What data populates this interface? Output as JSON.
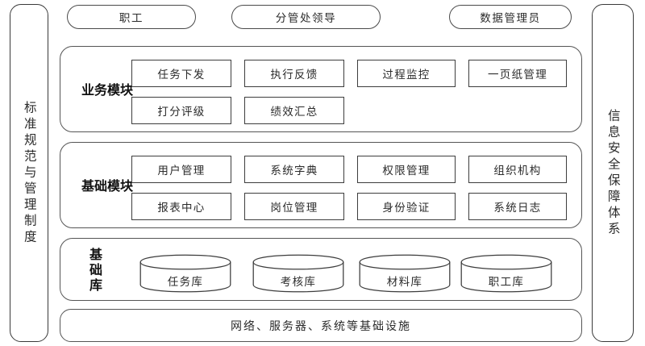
{
  "diagram": {
    "left_pillar": {
      "label": "标准规范与管理制度"
    },
    "right_pillar": {
      "label": "信息安全保障体系"
    },
    "roles": [
      {
        "label": "职工"
      },
      {
        "label": "分管处领导"
      },
      {
        "label": "数据管理员"
      }
    ],
    "layers": [
      {
        "name": "business-module-layer",
        "label": "业务模块",
        "items": [
          {
            "label": "任务下发"
          },
          {
            "label": "执行反馈"
          },
          {
            "label": "过程监控"
          },
          {
            "label": "一页纸管理"
          },
          {
            "label": "打分评级"
          },
          {
            "label": "绩效汇总"
          }
        ]
      },
      {
        "name": "base-module-layer",
        "label": "基础模块",
        "items": [
          {
            "label": "用户管理"
          },
          {
            "label": "系统字典"
          },
          {
            "label": "权限管理"
          },
          {
            "label": "组织机构"
          },
          {
            "label": "报表中心"
          },
          {
            "label": "岗位管理"
          },
          {
            "label": "身份验证"
          },
          {
            "label": "系统日志"
          }
        ]
      },
      {
        "name": "database-layer",
        "label": "基础库",
        "items": [
          {
            "label": "任务库"
          },
          {
            "label": "考核库"
          },
          {
            "label": "材料库"
          },
          {
            "label": "职工库"
          }
        ]
      }
    ],
    "infrastructure": {
      "label": "网络、服务器、系统等基础设施"
    },
    "colors": {
      "stroke": "#3d3d3d",
      "panel_stroke": "#555555",
      "text": "#2b2b2b",
      "background": "#ffffff"
    }
  }
}
